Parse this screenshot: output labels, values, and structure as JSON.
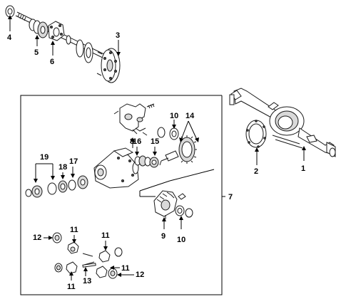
{
  "callouts": {
    "c1": "1",
    "c2": "2",
    "c3": "3",
    "c4": "4",
    "c5": "5",
    "c6": "6",
    "c7": "7",
    "c8": "8",
    "c9": "9",
    "c10a": "10",
    "c10b": "10",
    "c11a": "11",
    "c11b": "11",
    "c11c": "11",
    "c11d": "11",
    "c12a": "12",
    "c12b": "12",
    "c13": "13",
    "c14": "14",
    "c15": "15",
    "c16": "16",
    "c17": "17",
    "c18": "18",
    "c19": "19"
  }
}
